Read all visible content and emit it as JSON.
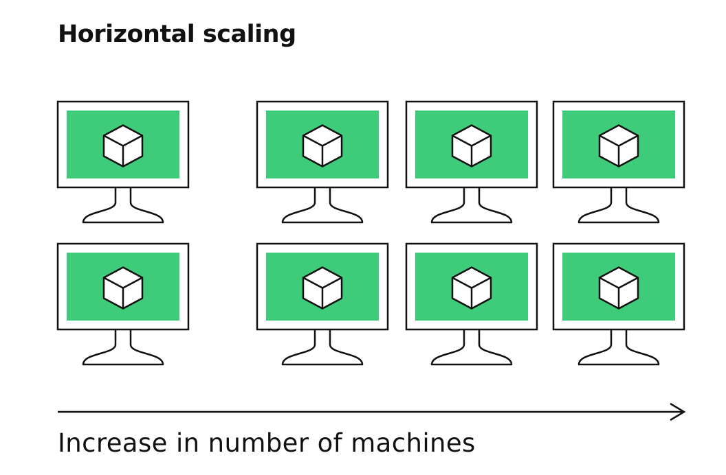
{
  "title": "Horizontal scaling",
  "axis_label": "Increase in number of machines",
  "colors": {
    "screen": "#3ecb7a",
    "outline": "#111111",
    "background": "#ffffff"
  },
  "machines": {
    "icon": "computer-monitor-with-cube-icon",
    "rows": 2,
    "columns": 4,
    "count": 8
  }
}
